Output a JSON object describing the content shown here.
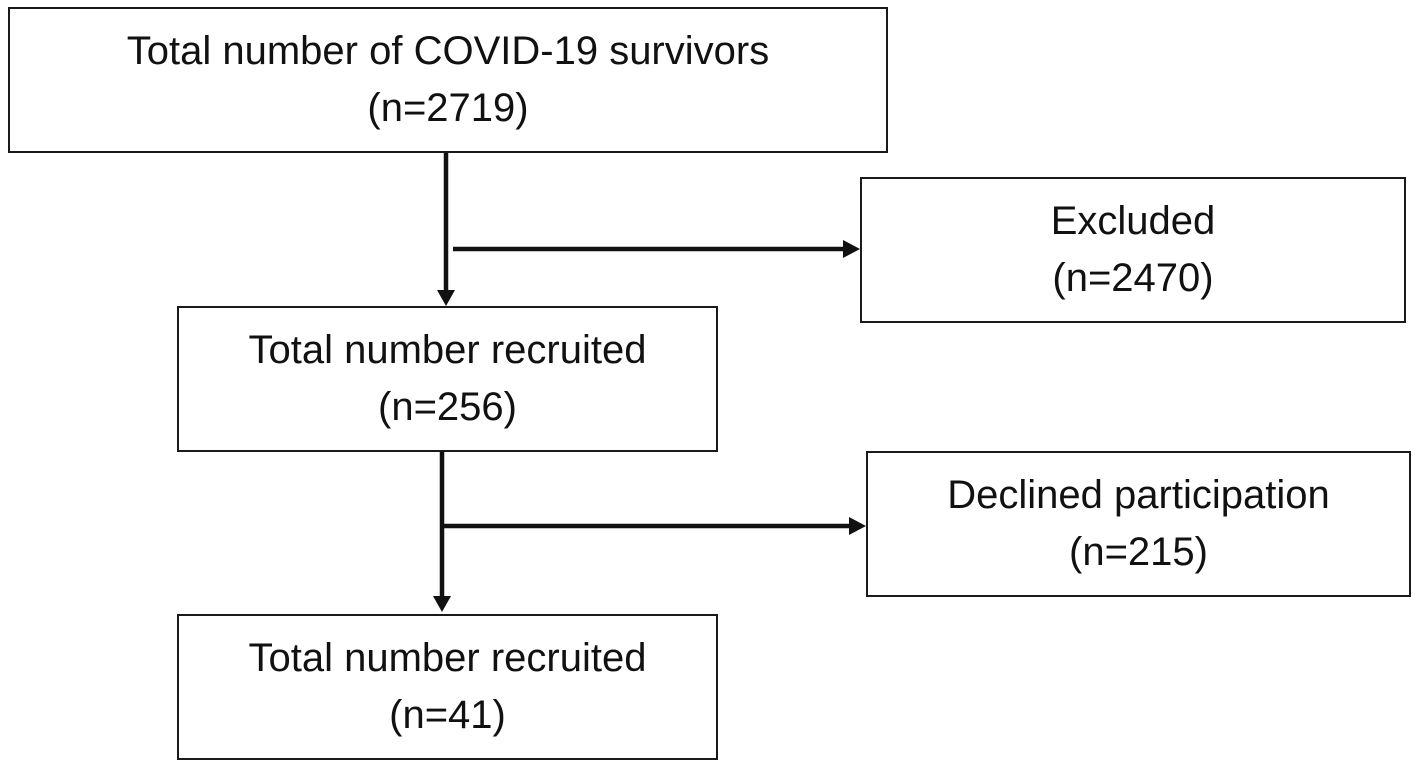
{
  "flowchart": {
    "survivors": {
      "label": "Total number of COVID-19 survivors",
      "count": "(n=2719)"
    },
    "excluded": {
      "label": "Excluded",
      "count": "(n=2470)"
    },
    "recruited": {
      "label": "Total number recruited",
      "count": "(n=256)"
    },
    "declined": {
      "label": "Declined participation",
      "count": "(n=215)"
    },
    "final": {
      "label": "Total number recruited",
      "count": "(n=41)"
    }
  }
}
